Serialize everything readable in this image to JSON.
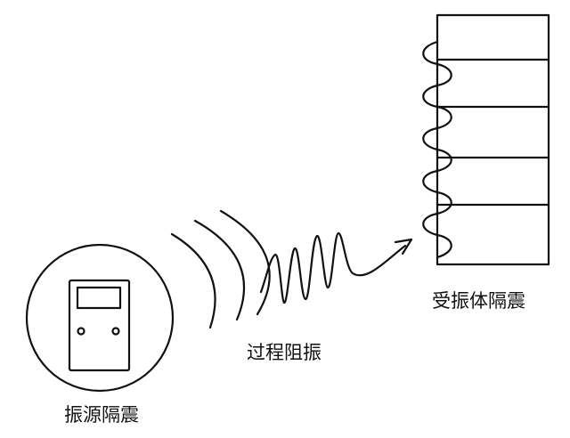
{
  "labels": {
    "source_isolation": "振源隔震",
    "path_damping": "过程阻振",
    "receiver_isolation": "受振体隔震"
  },
  "icons": {
    "vibration_source": "machine-device-icon",
    "waves": "vibration-arcs-icon",
    "transmission": "damped-wave-arrow-icon",
    "receiver": "multi-storey-building-icon"
  },
  "colors": {
    "stroke": "#111111",
    "background": "#ffffff"
  }
}
